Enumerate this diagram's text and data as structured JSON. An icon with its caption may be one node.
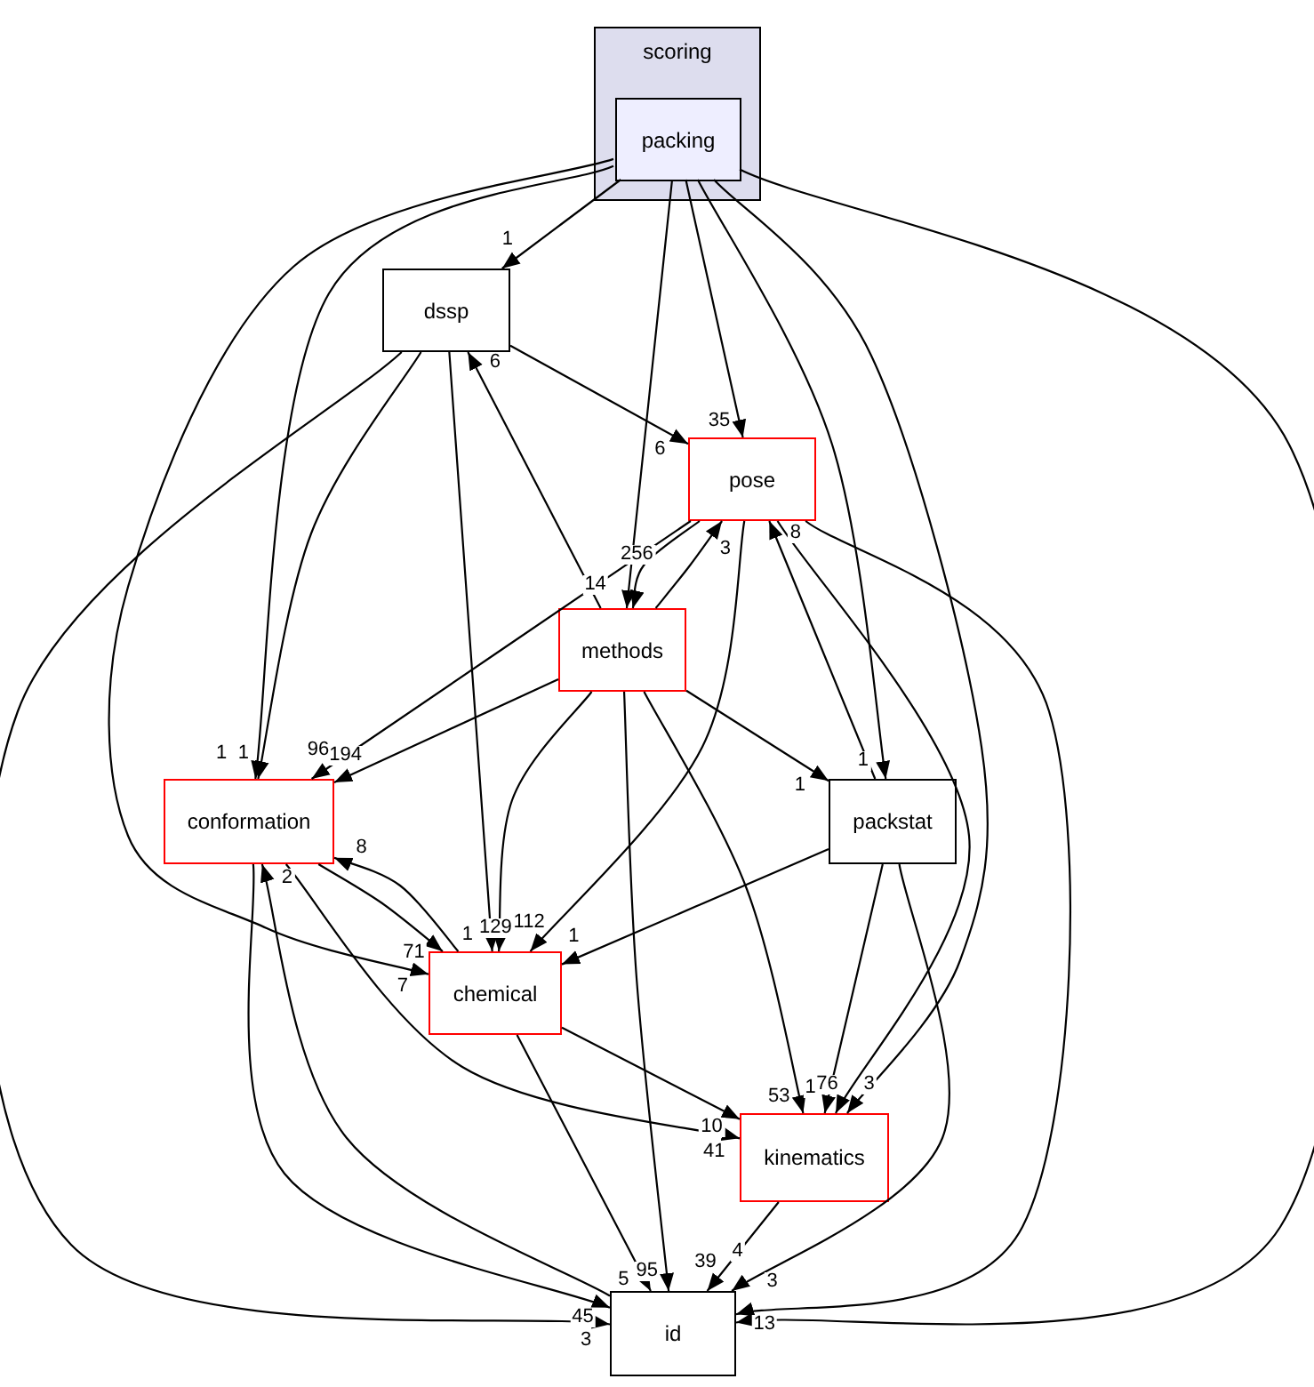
{
  "diagram": {
    "nodes": [
      {
        "text": [
          "scoring"
        ]
      },
      {
        "text": [
          "packing"
        ],
        "in": 0
      },
      {
        "text": [
          "dssp"
        ]
      },
      {
        "text": [
          "pose"
        ]
      },
      {
        "text": [
          "methods"
        ]
      },
      {
        "text": [
          "conformation"
        ]
      },
      {
        "text": [
          "packstat"
        ]
      },
      {
        "text": [
          "chemical"
        ]
      },
      {
        "text": [
          "kinematics"
        ]
      },
      {
        "text": [
          "id"
        ]
      }
    ],
    "edges": [
      {
        "from": 1,
        "to": 2,
        "arrow": "to",
        "label": "1"
      },
      {
        "from": 1,
        "to": 5,
        "arrow": "to",
        "label": "1"
      },
      {
        "from": 1,
        "to": 7,
        "arrow": "to",
        "label": "7"
      },
      {
        "from": 1,
        "to": 4,
        "arrow": "to",
        "label": "14"
      },
      {
        "from": 1,
        "to": 3,
        "arrow": "to",
        "label": "35"
      },
      {
        "from": 1,
        "to": 6,
        "arrow": "to",
        "label": "1"
      },
      {
        "from": 1,
        "to": 8,
        "arrow": "to",
        "label": "3"
      },
      {
        "from": 1,
        "to": 9,
        "arrow": "to",
        "label": "13"
      },
      {
        "from": 2,
        "to": 3,
        "arrow": "to",
        "label": "6"
      },
      {
        "from": 2,
        "to": 5,
        "arrow": "to",
        "label": "1"
      },
      {
        "from": 2,
        "to": 7,
        "arrow": "to",
        "label": "1"
      },
      {
        "from": 2,
        "to": 9,
        "arrow": "to",
        "label": "3"
      },
      {
        "from": 4,
        "to": 2,
        "arrow": "to",
        "label": "6"
      },
      {
        "from": 4,
        "to": 3,
        "arrow": "to",
        "label": "3"
      },
      {
        "from": 4,
        "to": 5,
        "arrow": "to",
        "label": "194"
      },
      {
        "from": 4,
        "to": 7,
        "arrow": "to",
        "label": "129"
      },
      {
        "from": 4,
        "to": 6,
        "arrow": "to",
        "label": "1"
      },
      {
        "from": 4,
        "to": 8,
        "arrow": "to",
        "label": "53"
      },
      {
        "from": 4,
        "to": 9,
        "arrow": "to",
        "label": "95"
      },
      {
        "from": 3,
        "to": 4,
        "arrow": "to",
        "label": "256"
      },
      {
        "from": 3,
        "to": 5,
        "arrow": "to",
        "label": "96"
      },
      {
        "from": 3,
        "to": 7,
        "arrow": "to",
        "label": "112"
      },
      {
        "from": 3,
        "to": 8,
        "arrow": "to",
        "label": "76"
      },
      {
        "from": 3,
        "to": 9,
        "arrow": "to",
        "label": "3"
      },
      {
        "from": 6,
        "to": 3,
        "arrow": "to",
        "label": "8"
      },
      {
        "from": 6,
        "to": 7,
        "arrow": "to",
        "label": "1"
      },
      {
        "from": 6,
        "to": 8,
        "arrow": "to",
        "label": "1"
      },
      {
        "from": 6,
        "to": 9,
        "arrow": "to",
        "label": "4"
      },
      {
        "from": 5,
        "to": 7,
        "arrow": "to",
        "label": "71"
      },
      {
        "from": 7,
        "to": 5,
        "arrow": "to",
        "label": "8"
      },
      {
        "from": 5,
        "to": 8,
        "arrow": "to",
        "label": "41"
      },
      {
        "from": 5,
        "to": 9,
        "arrow": "to",
        "label": "45"
      },
      {
        "from": 9,
        "to": 5,
        "arrow": "to",
        "label": "2"
      },
      {
        "from": 7,
        "to": 8,
        "arrow": "to",
        "label": "10"
      },
      {
        "from": 7,
        "to": 9,
        "arrow": "to",
        "label": "5"
      },
      {
        "from": 8,
        "to": 9,
        "arrow": "to",
        "label": "39"
      }
    ]
  }
}
